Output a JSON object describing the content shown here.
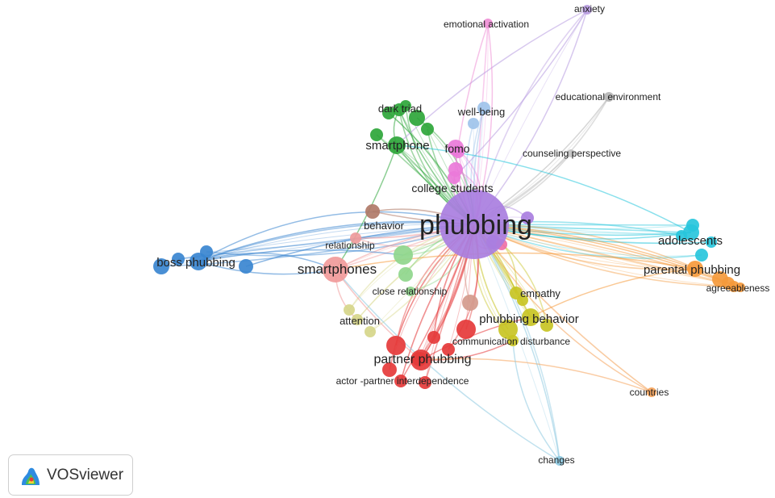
{
  "diagram": {
    "nodes": [
      {
        "id": "phubbing",
        "label": "phubbing",
        "color": "#a97ee0"
      },
      {
        "id": "adolescents",
        "label": "adolescents",
        "color": "#28c6dc"
      },
      {
        "id": "parental",
        "label": "parental phubbing",
        "color": "#f59a3c"
      },
      {
        "id": "agreeableness",
        "label": "agreeableness",
        "color": "#f59a3c"
      },
      {
        "id": "countries",
        "label": "countries",
        "color": "#f5a35a"
      },
      {
        "id": "anxiety",
        "label": "anxiety",
        "color": "#b79be0"
      },
      {
        "id": "emotional",
        "label": "emotional activation",
        "color": "#ef8fd6"
      },
      {
        "id": "educational",
        "label": "educational environment",
        "color": "#b5b5b5"
      },
      {
        "id": "wellbeing",
        "label": "well-being",
        "color": "#9ec3ea"
      },
      {
        "id": "counseling",
        "label": "counseling perspective",
        "color": "#c3c3c3"
      },
      {
        "id": "darktriad",
        "label": "dark triad",
        "color": "#2ea63a"
      },
      {
        "id": "smartphone",
        "label": "smartphone",
        "color": "#2ea63a"
      },
      {
        "id": "fomo",
        "label": "fomo",
        "color": "#ea7ad9"
      },
      {
        "id": "college",
        "label": "college students",
        "color": "#ea7ad9"
      },
      {
        "id": "behavior",
        "label": "behavior",
        "color": "#b07a68"
      },
      {
        "id": "relationship",
        "label": "relationship",
        "color": "#ef9b9b"
      },
      {
        "id": "smartphones",
        "label": "smartphones",
        "color": "#f19a9a"
      },
      {
        "id": "boss",
        "label": "boss phubbing",
        "color": "#3a85d0"
      },
      {
        "id": "close",
        "label": "close relationship",
        "color": "#8fd68c"
      },
      {
        "id": "attention",
        "label": "attention",
        "color": "#d6d68a"
      },
      {
        "id": "empathy",
        "label": "empathy",
        "color": "#c8c424"
      },
      {
        "id": "phubbingbeh",
        "label": "phubbing behavior",
        "color": "#c8c424"
      },
      {
        "id": "commdist",
        "label": "communication disturbance",
        "color": "#c8c424"
      },
      {
        "id": "partner",
        "label": "partner phubbing",
        "color": "#e5393a"
      },
      {
        "id": "actor",
        "label": "actor -partner interdependence",
        "color": "#e5393a"
      },
      {
        "id": "changes",
        "label": "changes",
        "color": "#8cc8e0"
      }
    ],
    "extra_nodes": [
      {
        "color": "#2ea63a"
      },
      {
        "color": "#2ea63a"
      },
      {
        "color": "#2ea63a"
      },
      {
        "color": "#2ea63a"
      },
      {
        "color": "#2ea63a"
      },
      {
        "color": "#28c6dc"
      },
      {
        "color": "#28c6dc"
      },
      {
        "color": "#28c6dc"
      },
      {
        "color": "#28c6dc"
      },
      {
        "color": "#f59a3c"
      },
      {
        "color": "#f59a3c"
      },
      {
        "color": "#f59a3c"
      },
      {
        "color": "#3a85d0"
      },
      {
        "color": "#3a85d0"
      },
      {
        "color": "#3a85d0"
      },
      {
        "color": "#3a85d0"
      },
      {
        "color": "#e5393a"
      },
      {
        "color": "#e5393a"
      },
      {
        "color": "#e5393a"
      },
      {
        "color": "#e5393a"
      },
      {
        "color": "#e5393a"
      },
      {
        "color": "#e5393a"
      },
      {
        "color": "#e5393a"
      },
      {
        "color": "#c8c424"
      },
      {
        "color": "#c8c424"
      },
      {
        "color": "#c8c424"
      },
      {
        "color": "#d6d68a"
      },
      {
        "color": "#d6d68a"
      },
      {
        "color": "#8fd68c"
      },
      {
        "color": "#8fd68c"
      },
      {
        "color": "#ea7ad9"
      },
      {
        "color": "#ea7ad9"
      },
      {
        "color": "#9ec3ea"
      },
      {
        "color": "#d49a8c"
      },
      {
        "color": "#a97ee0"
      },
      {
        "color": "#a97ee0"
      },
      {
        "color": "#ef6fa8"
      }
    ]
  },
  "brand": {
    "name": "VOSviewer"
  }
}
